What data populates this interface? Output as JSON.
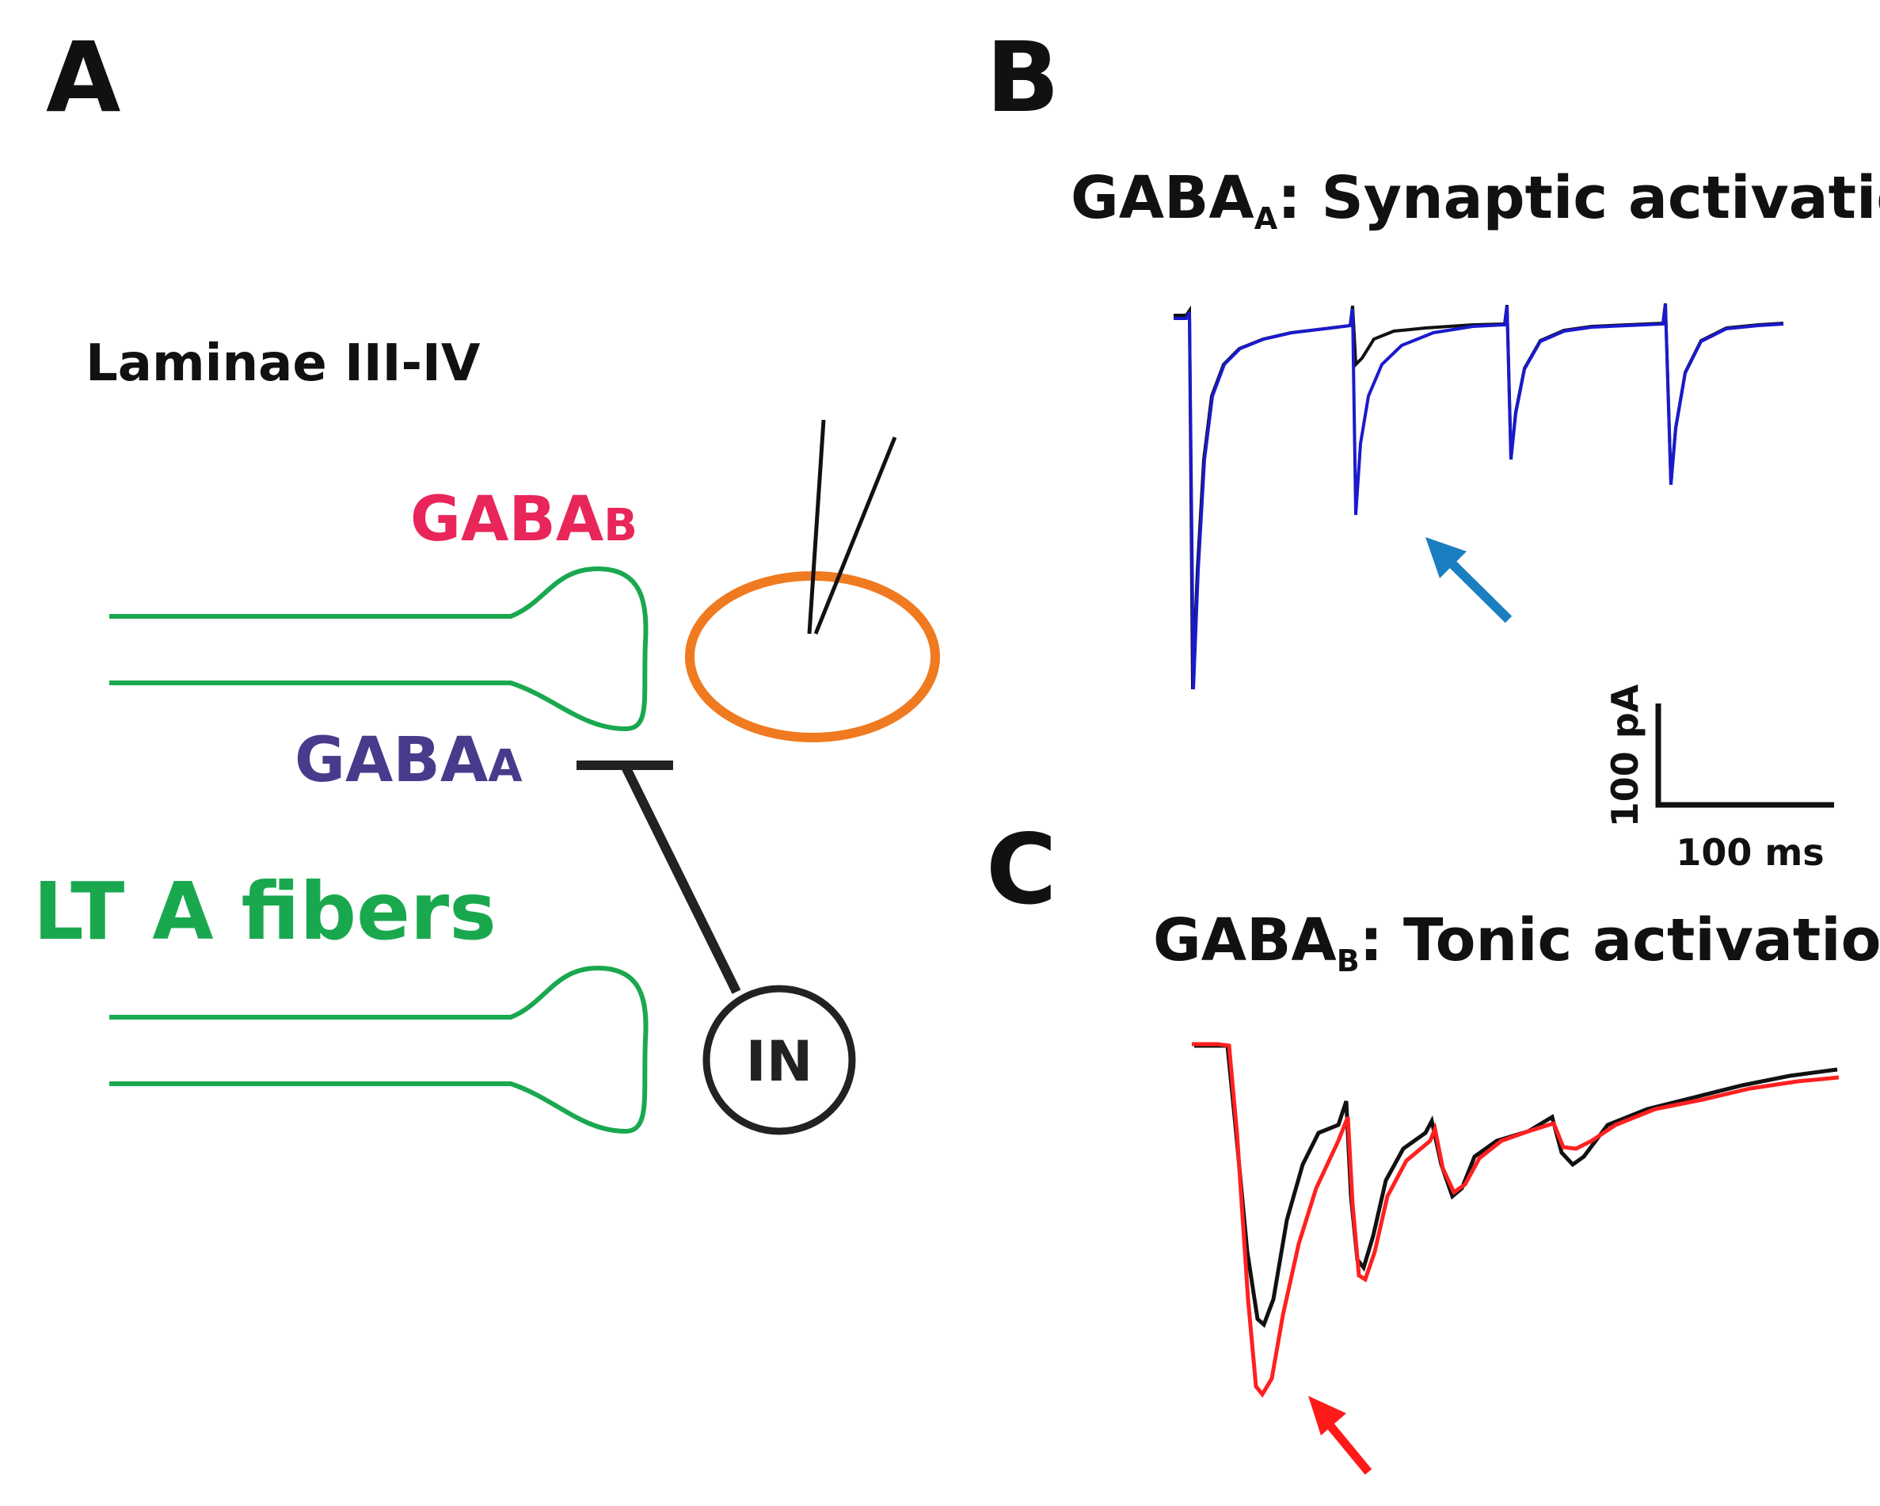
{
  "panels": {
    "a": "A",
    "b": "B",
    "c": "C"
  },
  "schematic": {
    "lamina_label": "Laminae III-IV",
    "gaba_b_label": {
      "main": "GABA",
      "sub": "B"
    },
    "gaba_a_label": {
      "main": "GABA",
      "sub": "A"
    },
    "fiber_label": "LT A fibers",
    "interneuron_label": "IN",
    "colors": {
      "fiber": "#1aa84f",
      "gaba_b": "#e8265a",
      "gaba_a": "#4a3a8c",
      "neuron": "#f07a20",
      "interneuron": "#222222",
      "electrode": "#111111"
    }
  },
  "recordings": {
    "b": {
      "title_main": "GABA",
      "title_sub": "A",
      "title_rest": ": Synaptic activation",
      "trace_colors": [
        "#111111",
        "#1a1acc"
      ],
      "arrow_color": "#1a7fc0"
    },
    "c": {
      "title_main": "GABA",
      "title_sub": "B",
      "title_rest": ": Tonic activation",
      "trace_colors": [
        "#111111",
        "#ff2020"
      ],
      "arrow_color": "#ff1a1a"
    },
    "scale_bar": {
      "current": "100 pA",
      "time": "100 ms"
    }
  }
}
